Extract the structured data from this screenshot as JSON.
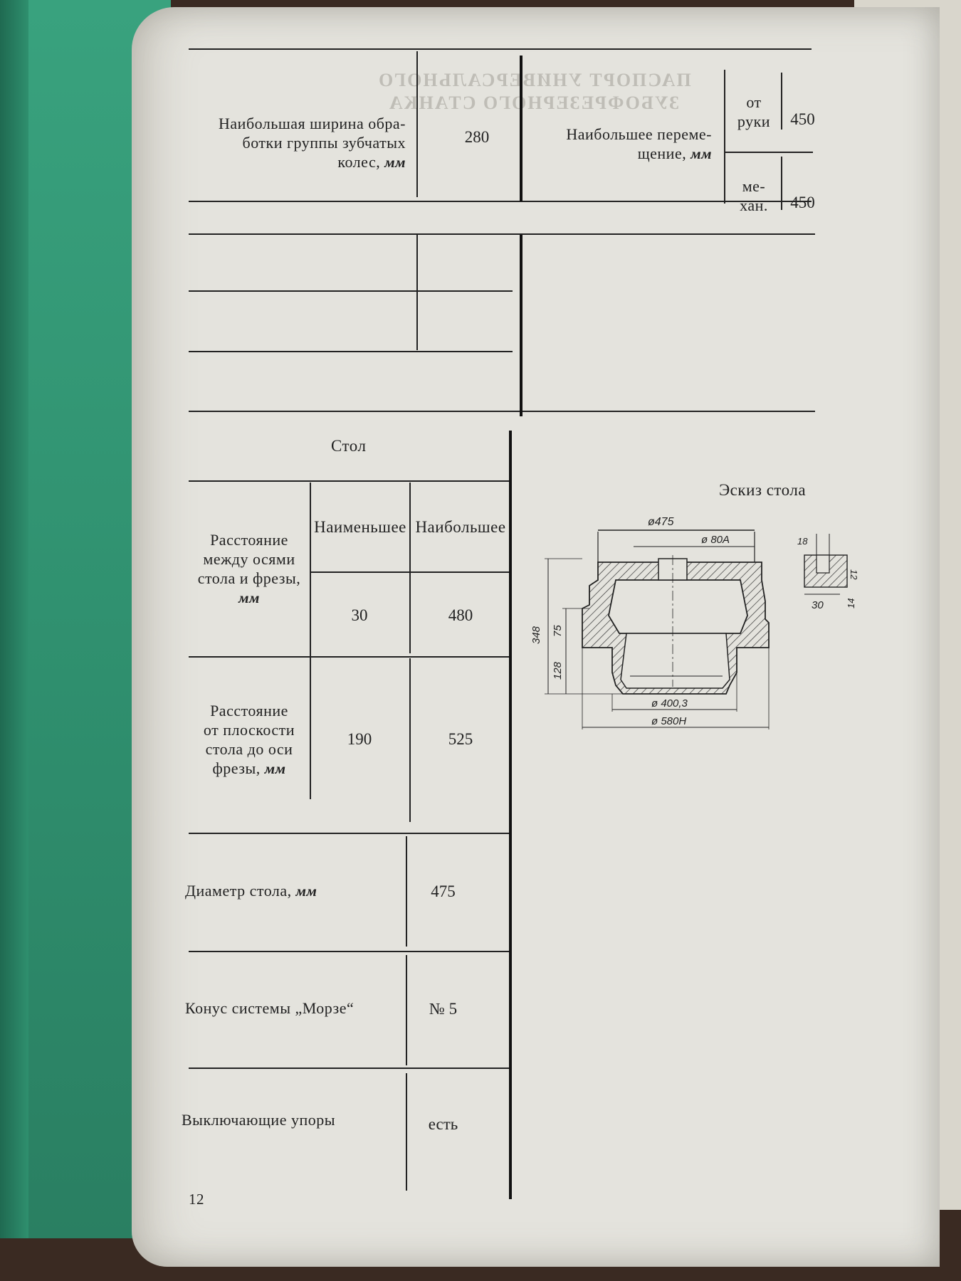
{
  "ghost": {
    "line1": "ПАСПОРТ УНИВЕРСАЛЬНОГО",
    "line2": "ЗУБОФРЕЗЕРНОГО СТАНКА"
  },
  "top_row": {
    "label": "Наибольшая ширина обработки группы зубчатых колес,",
    "label_line1": "Наибольшая ширина обра-",
    "label_line2": "ботки группы зубчатых",
    "label_line3": "колес,",
    "unit": "мм",
    "value": "280",
    "move_label_line1": "Наибольшее переме-",
    "move_label_line2": "щение,",
    "move_unit": "мм",
    "manual_line1": "от",
    "manual_line2": "руки",
    "manual_value": "450",
    "mech_line1": "ме-",
    "mech_line2": "хан.",
    "mech_value": "450"
  },
  "table_section": {
    "title": "Стол",
    "col_min": "Наименьшее",
    "col_max": "Наибольшее",
    "row1_line1": "Расстояние",
    "row1_line2": "между осями",
    "row1_line3": "стола и фрезы,",
    "row1_unit": "мм",
    "row1_min": "30",
    "row1_max": "480",
    "row2_line1": "Расстояние",
    "row2_line2": "от плоскости",
    "row2_line3": "стола до оси",
    "row2_line4": "фрезы,",
    "row2_unit": "мм",
    "row2_min": "190",
    "row2_max": "525",
    "diameter_label": "Диаметр стола,",
    "diameter_unit": "мм",
    "diameter_value": "475",
    "cone_label": "Конус системы „Морзе“",
    "cone_value": "№ 5",
    "stops_label": "Выключающие упоры",
    "stops_value": "есть"
  },
  "sketch": {
    "title": "Эскиз стола",
    "dim_475": "ø475",
    "dim_80": "ø 80A",
    "dim_18": "18",
    "dim_12": "12",
    "dim_30": "30",
    "dim_14": "14",
    "dim_348": "348",
    "dim_75": "75",
    "dim_128": "128",
    "dim_400": "ø 400,3",
    "dim_580": "ø 580H"
  },
  "page_number": "12"
}
